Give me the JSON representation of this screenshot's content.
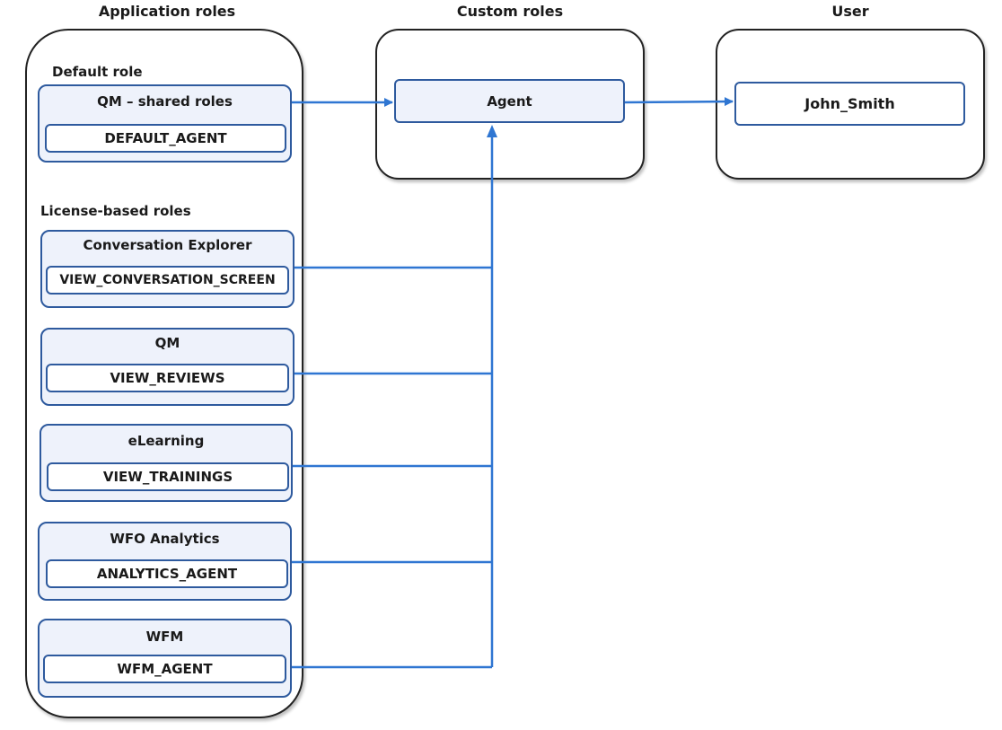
{
  "columns": {
    "application": "Application roles",
    "custom": "Custom roles",
    "user": "User"
  },
  "default_section": {
    "label": "Default role",
    "group": {
      "title": "QM – shared roles",
      "role": "DEFAULT_AGENT"
    }
  },
  "license_section": {
    "label": "License-based roles",
    "groups": [
      {
        "title": "Conversation Explorer",
        "role": "VIEW_CONVERSATION_SCREEN"
      },
      {
        "title": "QM",
        "role": "VIEW_REVIEWS"
      },
      {
        "title": "eLearning",
        "role": "VIEW_TRAININGS"
      },
      {
        "title": "WFO Analytics",
        "role": "ANALYTICS_AGENT"
      },
      {
        "title": "WFM",
        "role": "WFM_AGENT"
      }
    ]
  },
  "custom_role": {
    "label": "Agent"
  },
  "user": {
    "name": "John_Smith"
  },
  "colors": {
    "connector": "#2f76d2",
    "box_border": "#2e5a9e",
    "box_fill": "#eef2fb",
    "outer_border": "#222222"
  }
}
